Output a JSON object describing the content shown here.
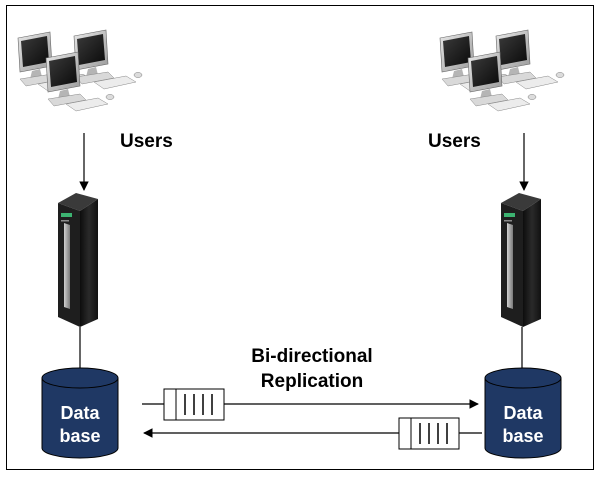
{
  "left_site": {
    "users_label": "Users",
    "database_label_line1": "Data",
    "database_label_line2": "base"
  },
  "right_site": {
    "users_label": "Users",
    "database_label_line1": "Data",
    "database_label_line2": "base"
  },
  "replication": {
    "label_line1": "Bi-directional",
    "label_line2": "Replication"
  },
  "colors": {
    "database_fill": "#1f3864",
    "database_text": "#ffffff",
    "server_body": "#1a1a1a",
    "line": "#000000"
  }
}
